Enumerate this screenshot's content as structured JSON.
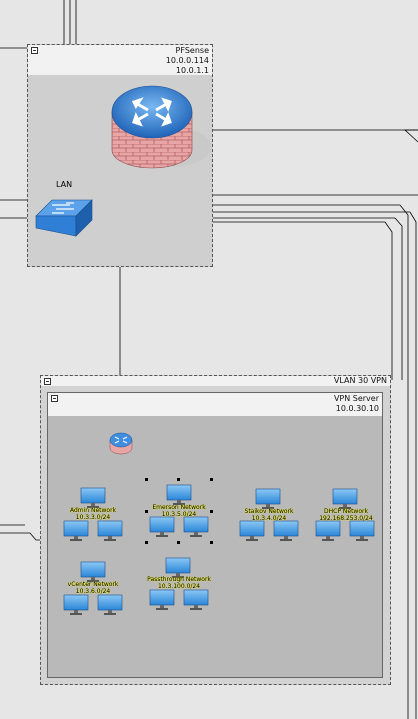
{
  "pfsense": {
    "label_line1": "PFSense",
    "label_line2": "10.0.0.114",
    "label_line3": "10.0.1.1",
    "lan_label": "LAN"
  },
  "vlan30": {
    "label": "VLAN 30 VPN"
  },
  "vpn_server": {
    "label_line1": "VPN Server",
    "label_line2": "10.0.30.10"
  },
  "networks": {
    "admin": "Admin Network\n10.3.3.0/24",
    "emerson": "Emerson Network\n10.3.5.0/24",
    "staikov": "Staikov Network\n10.3.4.0/24",
    "dhcp": "DHCP Network\n192.168.253.0/24",
    "vcenter": "vCenter Network\n10.3.6.0/24",
    "passthrough": "Passthrough Network\n10.3.100.0/24"
  },
  "colors": {
    "background": "#e6e6e6",
    "group_fill": "#c8c8c8",
    "firewall_blue": "#3f8ee0",
    "firewall_brick": "#d98a8a",
    "switch_blue": "#2f7fd6",
    "monitor_blue": "#4aa3ea"
  }
}
